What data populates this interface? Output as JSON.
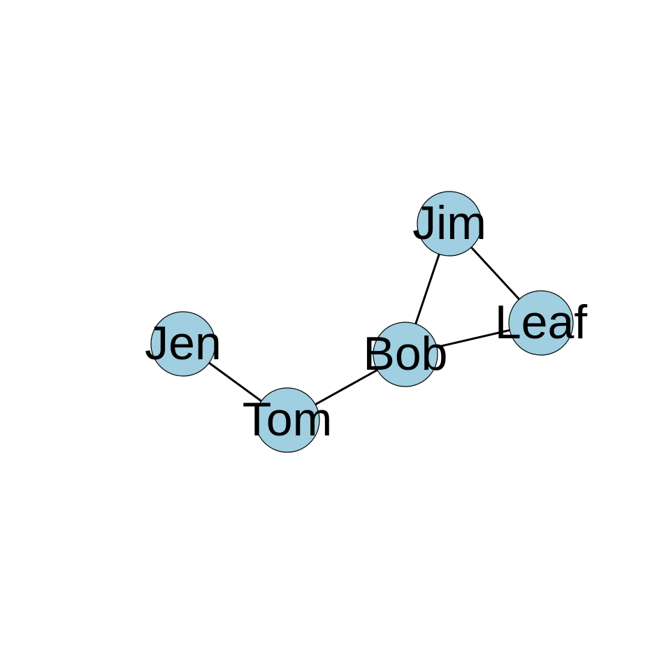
{
  "graph": {
    "node_color": "#9fcfe0",
    "edge_color": "#000000",
    "nodes": [
      {
        "id": "jim",
        "label": "Jim"
      },
      {
        "id": "leaf",
        "label": "Leaf"
      },
      {
        "id": "bob",
        "label": "Bob"
      },
      {
        "id": "jen",
        "label": "Jen"
      },
      {
        "id": "tom",
        "label": "Tom"
      }
    ],
    "edges": [
      {
        "from": "jim",
        "to": "bob"
      },
      {
        "from": "jim",
        "to": "leaf"
      },
      {
        "from": "bob",
        "to": "leaf"
      },
      {
        "from": "bob",
        "to": "tom"
      },
      {
        "from": "jen",
        "to": "tom"
      }
    ]
  }
}
